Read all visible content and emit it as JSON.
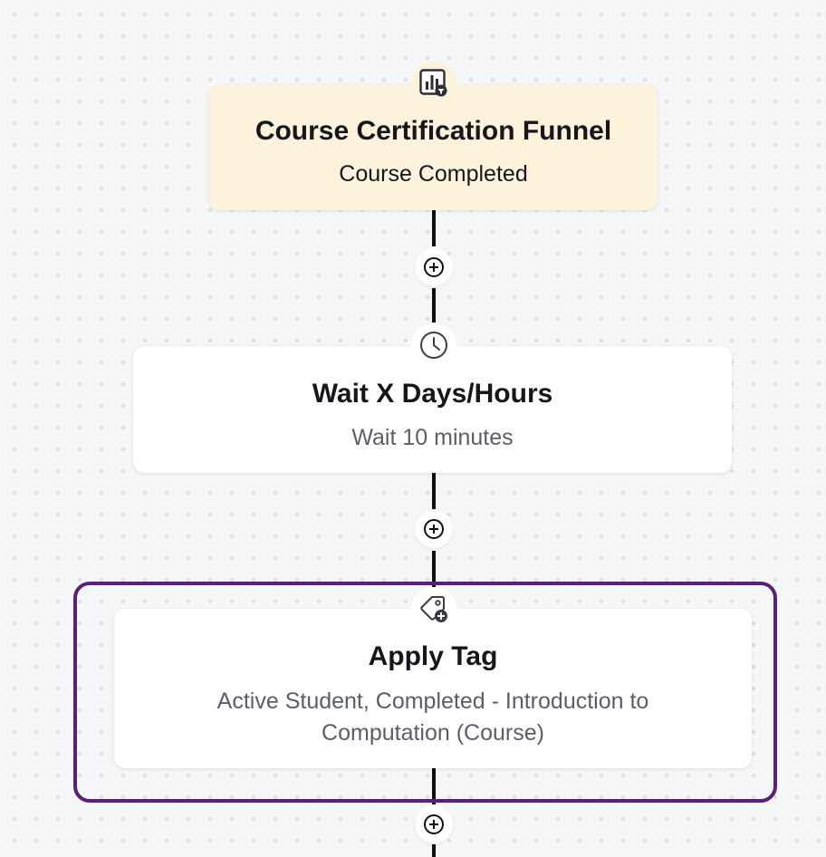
{
  "canvas": {
    "background": "#f5f6f8",
    "dot_color": "#c9ccd3"
  },
  "nodes": [
    {
      "id": "trigger",
      "title": "Course Certification Funnel",
      "subtitle": "Course Completed",
      "icon": "funnel-chart-icon",
      "background": "#fdf2dc",
      "selected": false
    },
    {
      "id": "wait",
      "title": "Wait X Days/Hours",
      "subtitle": "Wait 10 minutes",
      "icon": "clock-icon",
      "background": "#ffffff",
      "selected": false
    },
    {
      "id": "apply-tag",
      "title": "Apply Tag",
      "subtitle_line1": "Active Student, Completed - Introduction to",
      "subtitle_line2": "Computation (Course)",
      "icon": "tag-add-icon",
      "background": "#ffffff",
      "selected": true,
      "selection_color": "#5b1f7a"
    }
  ],
  "add_step_buttons": [
    {
      "icon": "plus-circle-icon"
    },
    {
      "icon": "plus-circle-icon"
    },
    {
      "icon": "plus-circle-icon"
    }
  ]
}
